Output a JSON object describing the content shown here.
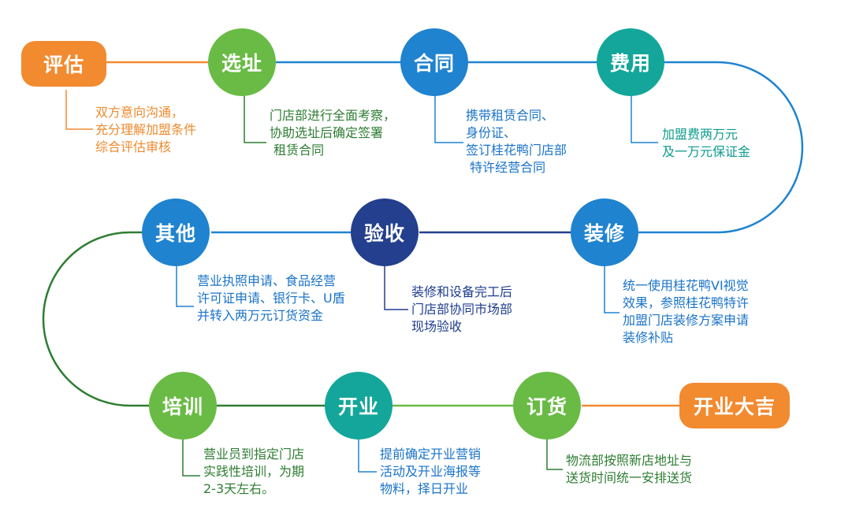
{
  "colors": {
    "orange": "#F28A30",
    "green": "#69BB45",
    "blue": "#1F83CF",
    "navy": "#233F8E",
    "teal": "#14A69A",
    "text_orange": "#EE8A2E",
    "text_green": "#2E7D32",
    "text_blue": "#1A73C8",
    "text_navy": "#1D3D8F",
    "text_teal": "#0E9C8E"
  },
  "steps": [
    {
      "id": "assess",
      "label": "评估",
      "desc": "双方意向沟通，\n充分理解加盟条件\n综合评估审核"
    },
    {
      "id": "site",
      "label": "选址",
      "desc": "门店部进行全面考察，\n协助选址后确定签署\n 租赁合同"
    },
    {
      "id": "contract",
      "label": "合同",
      "desc": "携带租赁合同、\n身份证、\n签订桂花鸭门店部\n 特许经营合同"
    },
    {
      "id": "fee",
      "label": "费用",
      "desc": "加盟费两万元\n及一万元保证金"
    },
    {
      "id": "decor",
      "label": "装修",
      "desc": "统一使用桂花鸭VI视觉\n效果，参照桂花鸭特许\n加盟门店装修方案申请\n装修补贴"
    },
    {
      "id": "accept",
      "label": "验收",
      "desc": "装修和设备完工后\n门店部协同市场部\n现场验收"
    },
    {
      "id": "other",
      "label": "其他",
      "desc": "营业执照申请、食品经营\n许可证申请、银行卡、U盾\n并转入两万元订货资金"
    },
    {
      "id": "training",
      "label": "培训",
      "desc": "营业员到指定门店\n实践性培训，为期\n2-3天左右。"
    },
    {
      "id": "opening",
      "label": "开业",
      "desc": "提前确定开业营销\n活动及开业海报等\n物料，择日开业"
    },
    {
      "id": "order",
      "label": "订货",
      "desc": "物流部按照新店地址与\n送货时间统一安排送货"
    },
    {
      "id": "grand",
      "label": "开业大吉",
      "desc": ""
    }
  ]
}
